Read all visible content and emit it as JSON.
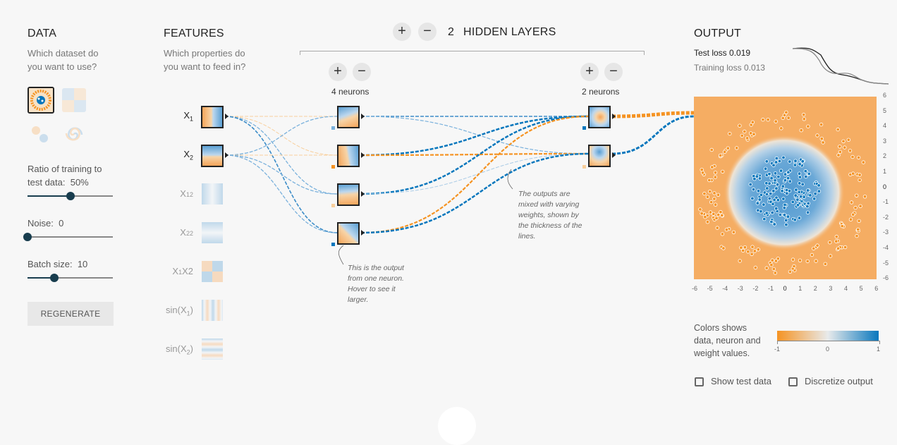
{
  "data": {
    "heading": "DATA",
    "question": "Which dataset do you want to use?",
    "ratio_label": "Ratio of training to test data:",
    "ratio_value": "50%",
    "ratio_fraction": 0.5,
    "noise_label": "Noise:",
    "noise_value": "0",
    "noise_fraction": 0.0,
    "batch_label": "Batch size:",
    "batch_value": "10",
    "batch_fraction": 0.31,
    "regenerate_label": "REGENERATE"
  },
  "features": {
    "heading": "FEATURES",
    "question": "Which properties do you want to feed in?",
    "items": [
      {
        "name": "X",
        "sub": "1",
        "sup": "",
        "active": true
      },
      {
        "name": "X",
        "sub": "2",
        "sup": "",
        "active": true
      },
      {
        "name": "X",
        "sub": "1",
        "sup": "2",
        "active": false
      },
      {
        "name": "X",
        "sub": "2",
        "sup": "2",
        "active": false
      },
      {
        "name": "X",
        "sub": "1",
        "sup": "X2",
        "active": false
      },
      {
        "name": "sin(X",
        "sub": "1",
        "sup": ")",
        "active": false
      },
      {
        "name": "sin(X",
        "sub": "2",
        "sup": ")",
        "active": false
      }
    ]
  },
  "layers": {
    "count": "2",
    "label": "HIDDEN LAYERS",
    "layer1_neurons": "4 neurons",
    "layer2_neurons": "2 neurons"
  },
  "notes": {
    "neuron_note": "This is the output from one neuron. Hover to see it larger.",
    "weights_note": "The outputs are mixed with varying weights, shown by the thickness of the lines."
  },
  "output": {
    "heading": "OUTPUT",
    "test_loss_label": "Test loss",
    "test_loss_value": "0.019",
    "training_loss_label": "Training loss",
    "training_loss_value": "0.013",
    "y_ticks": [
      "6",
      "5",
      "4",
      "3",
      "2",
      "1",
      "0",
      "-1",
      "-2",
      "-3",
      "-4",
      "-5",
      "-6"
    ],
    "x_ticks": [
      "-6",
      "-5",
      "-4",
      "-3",
      "-2",
      "-1",
      "0",
      "1",
      "2",
      "3",
      "4",
      "5",
      "6"
    ],
    "colors_label": "Colors shows data, neuron and weight values.",
    "legend_ticks": [
      "-1",
      "0",
      "1"
    ],
    "show_test_label": "Show test data",
    "discretize_label": "Discretize output"
  },
  "colors": {
    "orange": "#f59322",
    "blue": "#0877bd",
    "dark": "#183d4e"
  }
}
